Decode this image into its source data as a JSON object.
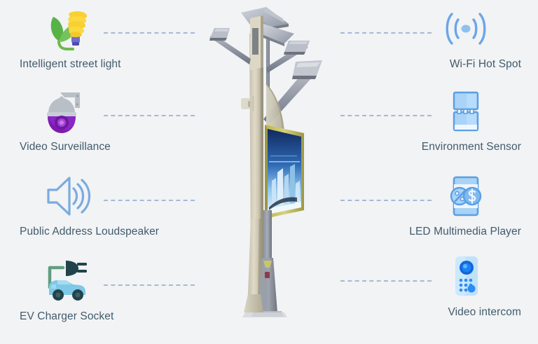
{
  "diagram": {
    "background_color": "#f2f3f5",
    "label_color": "#415b6b",
    "dash_color": "#9fb7d6",
    "center_object": "smart-street-light-pole"
  },
  "features": {
    "left": [
      {
        "id": "street-light",
        "label": "Intelligent street light",
        "icon": "leaf-bulb-icon",
        "colors": {
          "leaf": "#5cb54a",
          "bulb": "#f6cf2e",
          "base": "#5b5ec6"
        }
      },
      {
        "id": "video-surveillance",
        "label": "Video Surveillance",
        "icon": "dome-camera-icon",
        "colors": {
          "body": "#b6bcc4",
          "dome": "#8a2ec2"
        }
      },
      {
        "id": "loudspeaker",
        "label": "Public Address Loudspeaker",
        "icon": "loudspeaker-icon",
        "colors": {
          "stroke": "#77a8dd"
        }
      },
      {
        "id": "ev-charger",
        "label": "EV Charger Socket",
        "icon": "ev-charger-icon",
        "colors": {
          "car": "#7fc8e8",
          "plug": "#22434a",
          "cable": "#6aa98a"
        }
      }
    ],
    "right": [
      {
        "id": "wifi-hotspot",
        "label": "Wi-Fi Hot Spot",
        "icon": "wifi-signal-icon",
        "colors": {
          "stroke": "#6ba6e8"
        }
      },
      {
        "id": "environment-sensor",
        "label": "Environment Sensor",
        "icon": "sensor-module-icon",
        "colors": {
          "fill": "#9fcdf5",
          "stroke": "#5b9fe3"
        }
      },
      {
        "id": "led-player",
        "label": "LED Multimedia Player",
        "icon": "media-discount-icon",
        "colors": {
          "fill": "#9fcdf5",
          "stroke": "#5b9fe3"
        }
      },
      {
        "id": "video-intercom",
        "label": "Video intercom",
        "icon": "intercom-panel-icon",
        "colors": {
          "panel": "#bfe2fb",
          "lens": "#0e73e8",
          "keys": "#2d8cf0"
        }
      }
    ]
  },
  "pole": {
    "screen_content": "city-skyline-poster",
    "parts": [
      "solar-panel",
      "luminaire-arm-left",
      "luminaire-arm-right",
      "luminaire-arm-front",
      "camera-box",
      "led-display",
      "pole-base"
    ]
  }
}
